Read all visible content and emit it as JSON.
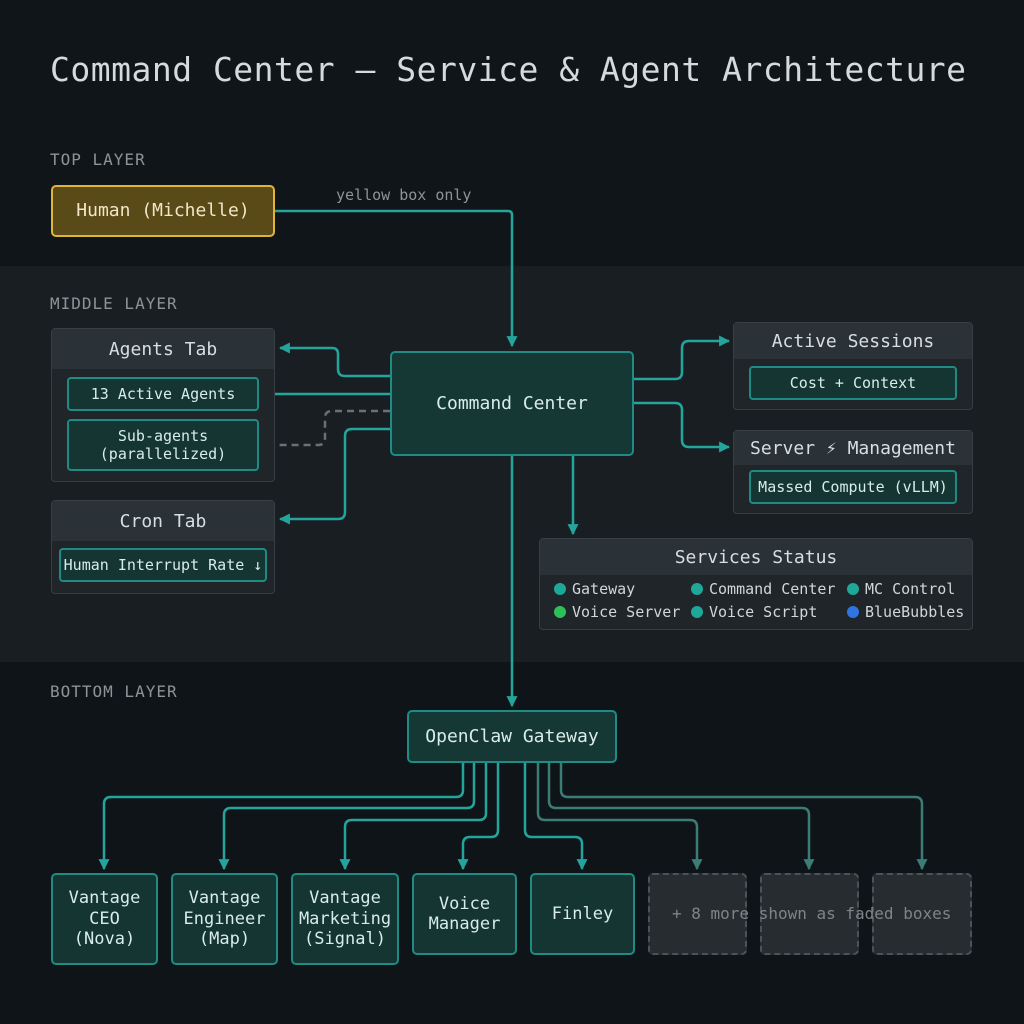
{
  "title": "Command Center — Service & Agent Architecture",
  "layers": {
    "top": "TOP LAYER",
    "middle": "MIDDLE LAYER",
    "bottom": "BOTTOM LAYER"
  },
  "edge_label": "yellow box only",
  "nodes": {
    "human": "Human (Michelle)",
    "command_center": "Command Center",
    "gateway": "OpenClaw Gateway"
  },
  "agents_tab": {
    "title": "Agents Tab",
    "items": [
      "13 Active Agents",
      "Sub-agents\n(parallelized)"
    ]
  },
  "cron_tab": {
    "title": "Cron Tab",
    "items": [
      "Human Interrupt Rate ↓"
    ]
  },
  "active_sessions": {
    "title": "Active Sessions",
    "items": [
      "Cost + Context"
    ]
  },
  "server_management": {
    "title": "Server ⚡ Management",
    "items": [
      "Massed Compute (vLLM)"
    ]
  },
  "services_status": {
    "title": "Services Status",
    "items": [
      {
        "label": "Gateway",
        "color": "#1fa898"
      },
      {
        "label": "Command Center",
        "color": "#1fa898"
      },
      {
        "label": "MC Control",
        "color": "#1fa898"
      },
      {
        "label": "Voice Server",
        "color": "#2fbf58"
      },
      {
        "label": "Voice Script",
        "color": "#1fa898"
      },
      {
        "label": "BlueBubbles",
        "color": "#2f74e0"
      }
    ]
  },
  "agents": [
    "Vantage\nCEO\n(Nova)",
    "Vantage\nEngineer\n(Map)",
    "Vantage\nMarketing\n(Signal)",
    "Voice\nManager",
    "Finley"
  ],
  "faded_note": "+ 8 more shown as faded boxes",
  "colors": {
    "accent": "#1f8b85",
    "wire": "#24a59c",
    "human_border": "#e0b43b",
    "human_fill": "#5a4a17",
    "dashed_wire": "#6a7175"
  }
}
